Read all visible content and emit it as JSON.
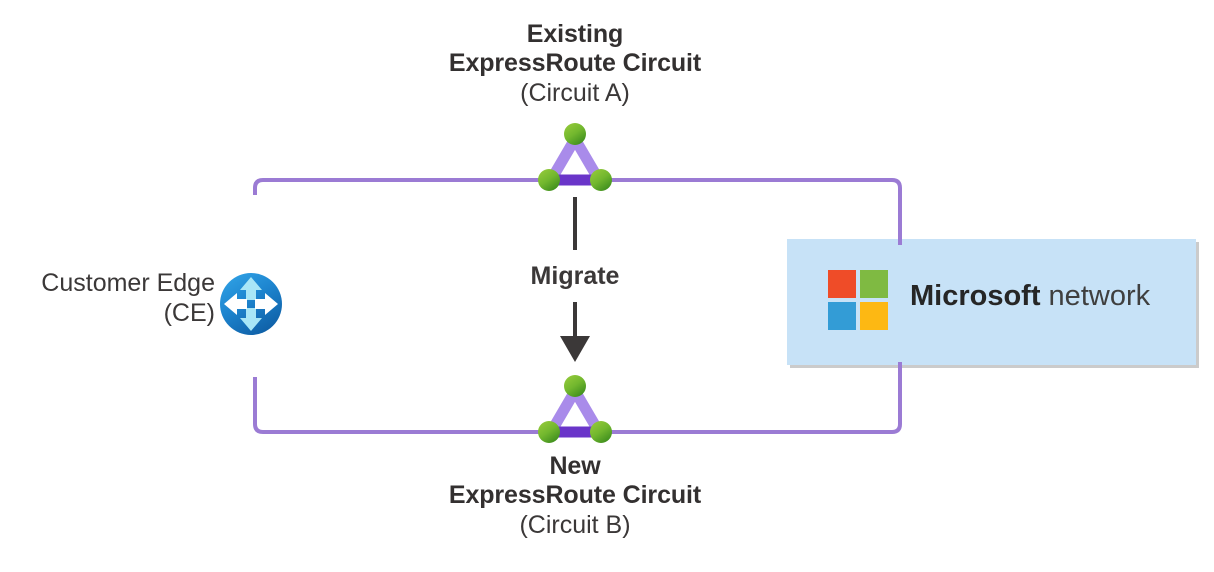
{
  "diagram": {
    "title_top": {
      "line1": "Existing",
      "line2": "ExpressRoute Circuit",
      "line3": "(Circuit A)"
    },
    "title_bottom": {
      "line1": "New",
      "line2": "ExpressRoute Circuit",
      "line3": "(Circuit B)"
    },
    "customer_edge": {
      "line1": "Customer Edge",
      "line2": "(CE)"
    },
    "migrate_label": "Migrate",
    "microsoft_box": {
      "brand": "Microsoft",
      "suffix": " network"
    },
    "colors": {
      "connector_purple": "#9B7BD4",
      "triangle_purple_light": "#A98BEA",
      "triangle_purple_dark": "#6A35C9",
      "node_green_light": "#8DC63F",
      "node_green_dark": "#4E9A28",
      "router_blue_light": "#31A3E6",
      "router_blue_dark": "#1268B3",
      "router_arrow_white": "#FFFFFF",
      "router_arrow_cyan": "#A8E6F7",
      "ms_box_fill": "#C7E2F7",
      "ms_red": "#EF4C28",
      "ms_green": "#7FBA42",
      "ms_blue": "#339CD6",
      "ms_yellow": "#FDB813",
      "arrow_dark": "#3B3838",
      "text_dark": "#3B3838"
    }
  }
}
